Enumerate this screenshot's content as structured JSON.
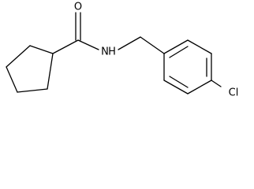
{
  "structure": {
    "atoms": {
      "oxygen": "O",
      "amide_nitrogen": "N",
      "amide_hydrogen": "H",
      "chlorine": "Cl"
    }
  }
}
